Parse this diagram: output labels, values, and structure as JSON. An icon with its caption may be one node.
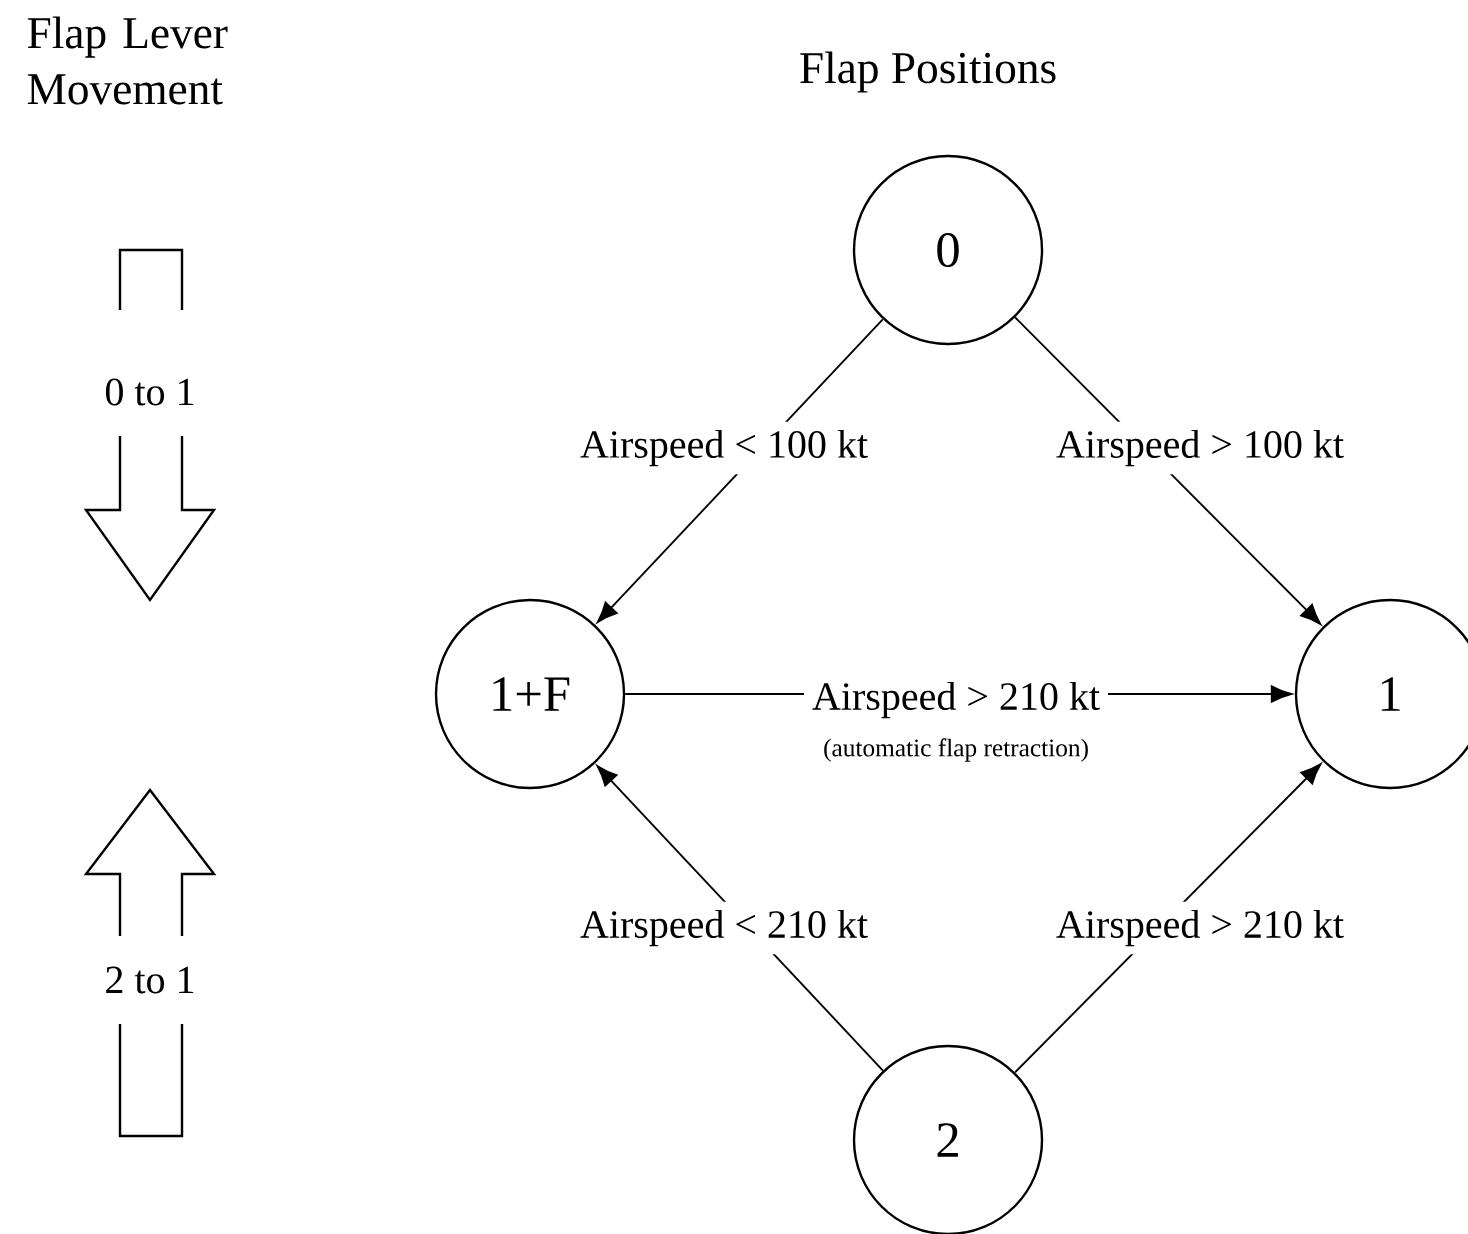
{
  "diagram": {
    "title": "Flap Positions",
    "nodes": [
      {
        "text": [
          "0"
        ]
      },
      {
        "text": [
          "1+F"
        ]
      },
      {
        "text": [
          "1"
        ]
      },
      {
        "text": [
          "2"
        ]
      }
    ],
    "edges": [
      {
        "from": 0,
        "to": 1,
        "arrow": "to",
        "label": "Airspeed < 100 kt"
      },
      {
        "from": 0,
        "to": 2,
        "arrow": "to",
        "label": "Airspeed > 100 kt"
      },
      {
        "from": 1,
        "to": 2,
        "arrow": "to",
        "label": "Airspeed > 210 kt"
      },
      {
        "from": 3,
        "to": 1,
        "arrow": "to",
        "label": "Airspeed < 210 kt"
      },
      {
        "from": 3,
        "to": 2,
        "arrow": "to",
        "label": "Airspeed > 210 kt"
      }
    ],
    "labels": [
      "Flap Lever Movement",
      "0 to 1",
      "2 to 1",
      "(automatic flap retraction)"
    ]
  }
}
